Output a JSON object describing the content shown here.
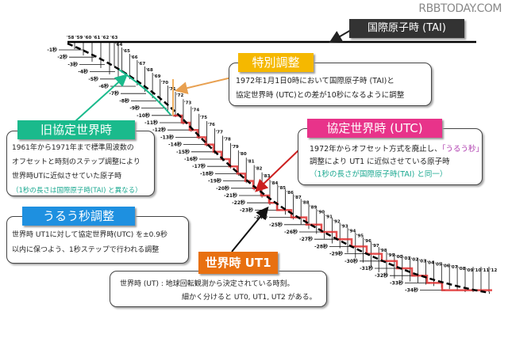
{
  "watermark": "RBBTODAY.COM",
  "tai": {
    "label": "国際原子時 (TAI)",
    "color": "#333333"
  },
  "special": {
    "title": "特別調整",
    "color": "#f5b800",
    "lines": [
      "1972年1月1日0時において国際原子時 (TAI)と",
      "協定世界時 (UTC)との差が10秒になるように調整"
    ]
  },
  "utc": {
    "title": "協定世界時 (UTC)",
    "color": "#e8338a",
    "line1a": "1972年からオフセット方式を廃止し、",
    "line1b": "「うるう秒」",
    "line2": "調整により UT1 に近似させている原子時",
    "line3": "（1秒の長さが国際原子時(TAI) と同一）"
  },
  "old_utc": {
    "title": "旧協定世界時",
    "color": "#1aba8c",
    "lines": [
      "1961年から1971年まで標準周波数の",
      "オフセットと時刻のステップ調整により",
      "世界時UTに近似させていた原子時"
    ],
    "note": "（1秒の長さは国際原子時(TAI) と異なる）"
  },
  "leap": {
    "title": "うるう秒調整",
    "color": "#1e90e0",
    "lines": [
      "世界時 UT1に対して協定世界時(UTC) を±0.9秒",
      "以内に保つよう、1秒ステップで行われる調整"
    ]
  },
  "ut1": {
    "title": "世界時 UT1",
    "color": "#e87010",
    "lines": [
      "世界時 (UT) :  地球回転観測から決定されている時刻。",
      "細かく分けると UT0, UT1, UT2 がある。"
    ]
  },
  "top_years": [
    "'58",
    "'59",
    "'60",
    "'61",
    "'62",
    "'63"
  ],
  "years": [
    "'64",
    "'65",
    "'66",
    "'67",
    "'68",
    "'69",
    "'70",
    "'71",
    "'72",
    "'73",
    "'74",
    "'75",
    "'76",
    "'77",
    "'78",
    "'79",
    "'80",
    "'81",
    "'82",
    "'83",
    "'84",
    "'85",
    "'86",
    "'87",
    "'88",
    "'89",
    "'90",
    "'91",
    "'92",
    "'93",
    "'94",
    "'95",
    "'96",
    "'97",
    "'98",
    "'99",
    "'00",
    "'01",
    "'02",
    "'03",
    "'04",
    "'05",
    "'06",
    "'07",
    "'08",
    "'09",
    "'10",
    "'11",
    "'12"
  ],
  "seconds": [
    "-1秒",
    "-2秒",
    "-3秒",
    "-4秒",
    "-5秒",
    "-6秒",
    "-7秒",
    "-8秒",
    "-9秒",
    "-10秒",
    "-11秒",
    "-12秒",
    "-13秒",
    "-14秒",
    "-15秒",
    "-16秒",
    "-17秒",
    "-18秒",
    "-19秒",
    "-20秒",
    "-21秒",
    "-22秒",
    "-23秒",
    "-24秒",
    "-25秒",
    "-26秒",
    "-27秒",
    "-28秒",
    "-29秒",
    "-30秒",
    "-31秒",
    "-32秒",
    "-33秒",
    "-34秒"
  ]
}
